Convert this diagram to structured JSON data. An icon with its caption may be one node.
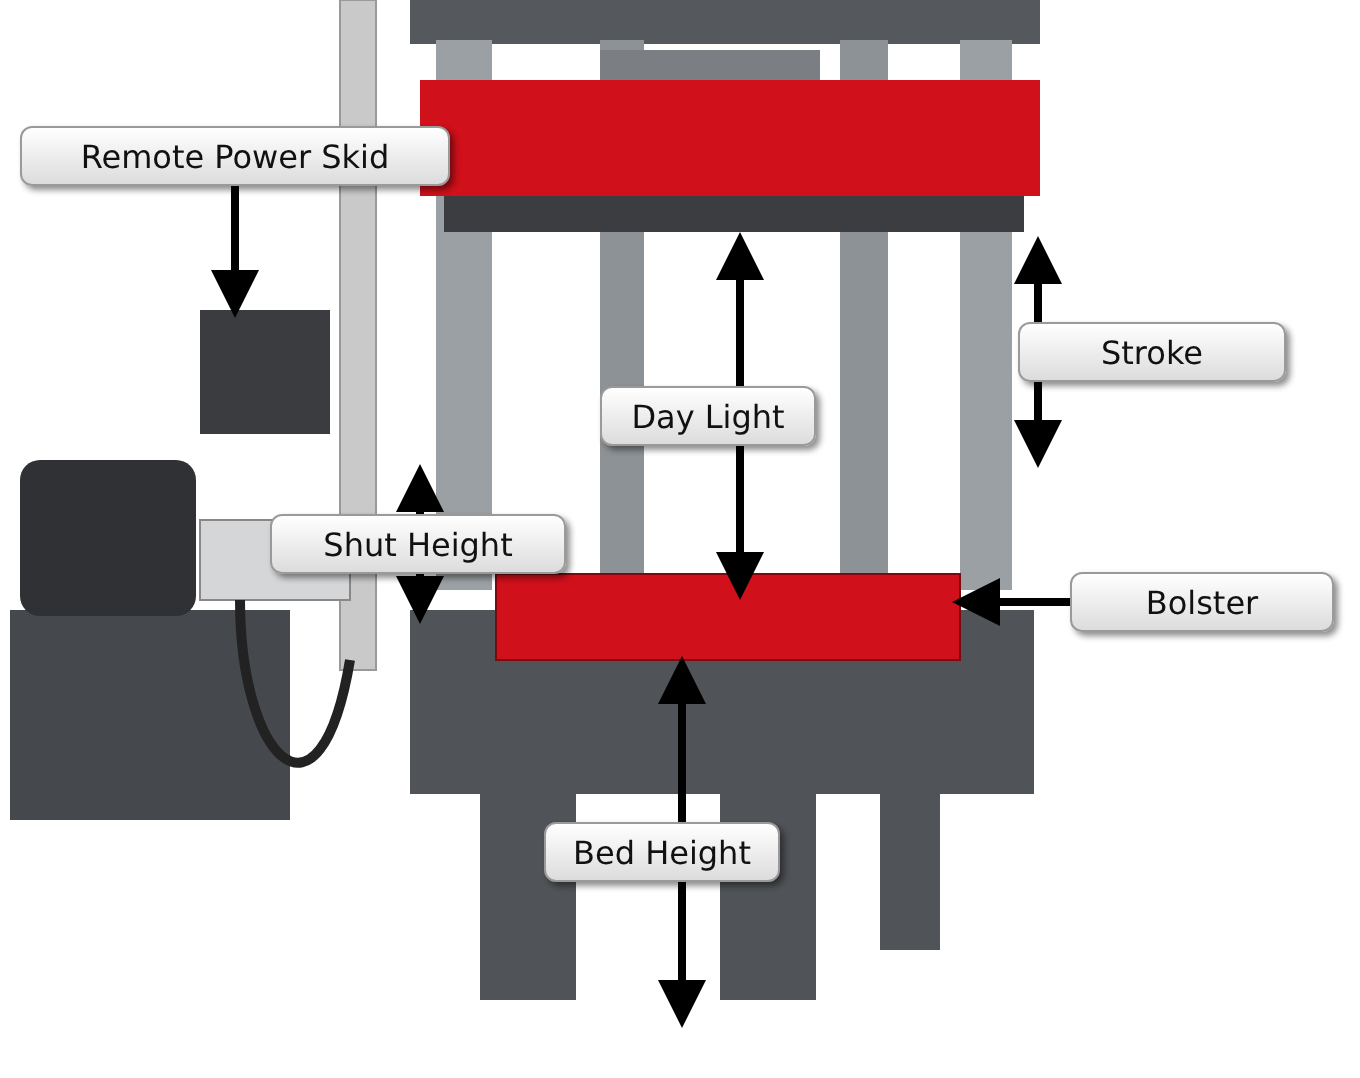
{
  "diagram": {
    "nodes": [
      {
        "text": [
          "Remote Power Skid"
        ]
      },
      {
        "text": [],
        "shape": "picture"
      },
      {
        "text": [
          "Stroke"
        ]
      },
      {
        "text": [
          "Day Light"
        ]
      },
      {
        "text": [
          "Shut Height"
        ]
      },
      {
        "text": [
          "Bolster"
        ]
      },
      {
        "text": [],
        "shape": "box"
      },
      {
        "text": [
          "Bed Height"
        ]
      }
    ],
    "edges": [
      {
        "from": 0,
        "to": 1,
        "arrow": "to"
      },
      {
        "from": 5,
        "to": 6,
        "arrow": "to"
      }
    ]
  }
}
